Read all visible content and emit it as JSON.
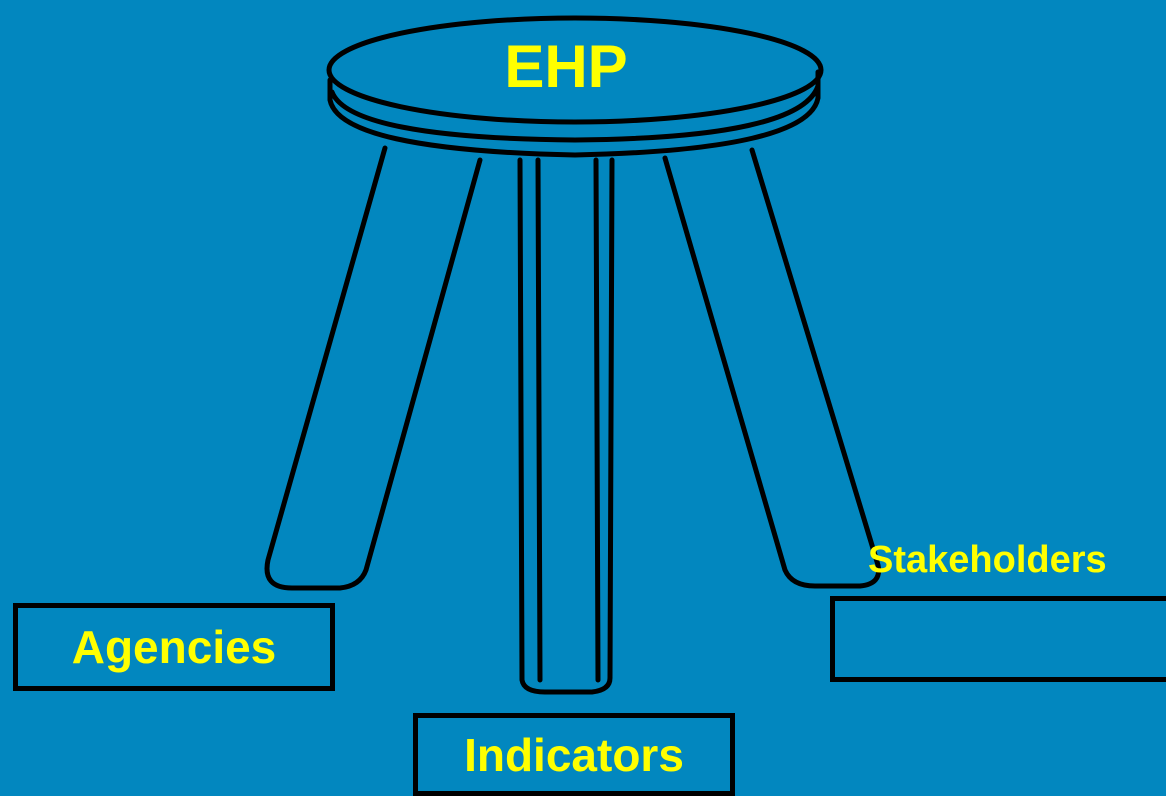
{
  "colors": {
    "background": "#0287BF",
    "label_text": "#FFFF00",
    "outline": "#000000"
  },
  "icons": {
    "stool": "three-legged-stool-icon"
  },
  "diagram": {
    "seat_label": "EHP",
    "legs": [
      {
        "id": "left",
        "label": "Agencies"
      },
      {
        "id": "center",
        "label": "Indicators"
      },
      {
        "id": "right",
        "label": "Stakeholders"
      }
    ]
  }
}
